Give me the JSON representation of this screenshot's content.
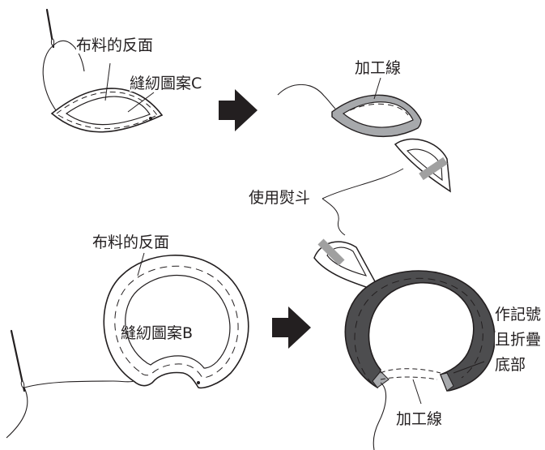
{
  "labels": {
    "top_left_fabric_back": "布料的反面",
    "top_left_pattern": "縫紉圖案C",
    "top_right_finish": "加工線",
    "use_iron": "使用熨斗",
    "bottom_left_fabric_back": "布料的反面",
    "bottom_left_pattern": "縫紉圖案B",
    "mark_line1": "作記號",
    "mark_line2": "且折疊",
    "mark_line3": "底部",
    "bottom_right_finish": "加工線"
  },
  "colors": {
    "ink": "#231f20",
    "fabric_gray": "#a7a9ac",
    "fabric_dark": "#4d4d4f",
    "iron_band": "#a0a0a0"
  },
  "icons": [
    "needle-icon",
    "arrow-right-icon",
    "iron-icon"
  ]
}
